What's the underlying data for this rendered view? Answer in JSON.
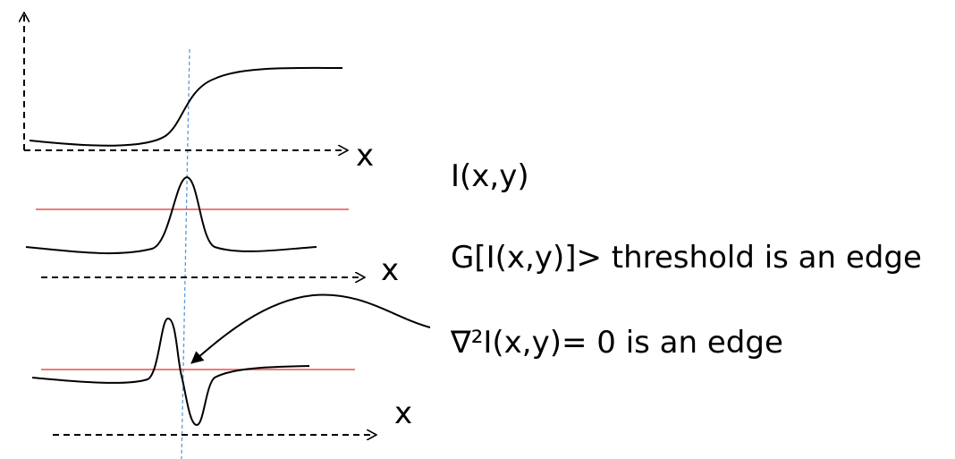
{
  "graphs": {
    "top": {
      "x_label": "x"
    },
    "middle": {
      "x_label": "x"
    },
    "bottom": {
      "x_label": "x"
    }
  },
  "equations": {
    "intensity": "I(x,y)",
    "gradient": "G[I(x,y)]> threshold is an edge",
    "laplacian": "∇²I(x,y)= 0 is an edge"
  },
  "colors": {
    "curve": "#000000",
    "threshold_line": "#e8504a",
    "edge_guide": "#5b9bd5"
  }
}
